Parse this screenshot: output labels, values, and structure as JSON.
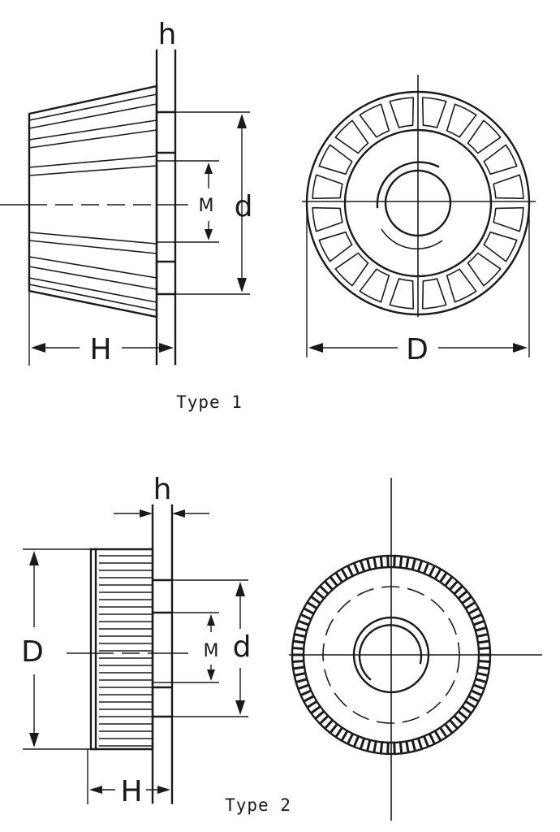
{
  "type1": {
    "caption": "Type 1",
    "side_view": {
      "label_h": "h",
      "label_H": "H",
      "label_d": "d",
      "label_M": "M"
    },
    "front_view": {
      "label_D": "D"
    }
  },
  "type2": {
    "caption": "Type 2",
    "side_view": {
      "label_h": "h",
      "label_H": "H",
      "label_d": "d",
      "label_M": "M",
      "label_D": "D"
    }
  },
  "colors": {
    "line": "#1a1a1a",
    "background": "#ffffff"
  }
}
